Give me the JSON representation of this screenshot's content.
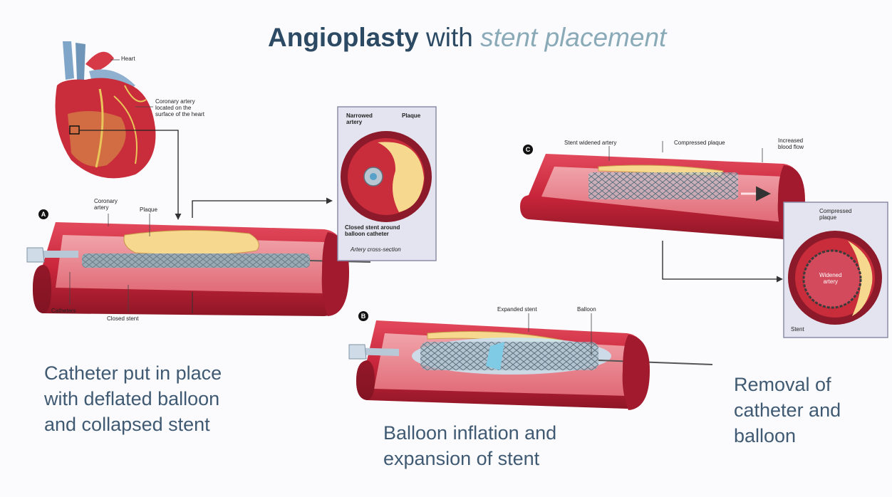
{
  "title": {
    "bold": "Angioplasty",
    "plain": " with ",
    "italic": "stent placement"
  },
  "heart": {
    "heart_label": "Heart",
    "artery_lines": [
      "Coronary artery",
      "located on the",
      "surface of the heart"
    ]
  },
  "panel_a": {
    "badge": "A",
    "labels": {
      "coronary_artery": [
        "Coronary",
        "artery"
      ],
      "plaque": "Plaque",
      "catheters": "Catheters",
      "closed_stent": "Closed stent"
    },
    "caption": [
      "Catheter put in place",
      "with deflated balloon",
      "and collapsed stent"
    ]
  },
  "cross_section_a": {
    "narrowed_artery": [
      "Narrowed",
      "artery"
    ],
    "plaque": "Plaque",
    "closed_stent": [
      "Closed stent around",
      "balloon catheter"
    ],
    "title": "Artery cross-section"
  },
  "panel_b": {
    "badge": "B",
    "labels": {
      "expanded_stent": "Expanded stent",
      "balloon": "Balloon"
    },
    "caption": [
      "Balloon inflation and",
      "expansion of stent"
    ]
  },
  "panel_c": {
    "badge": "C",
    "labels": {
      "stent_widened_artery": "Stent widened artery",
      "compressed_plaque": "Compressed plaque",
      "increased_blood_flow": [
        "Increased",
        "blood flow"
      ]
    },
    "caption": [
      "Removal of",
      "catheter and",
      "balloon"
    ]
  },
  "cross_section_c": {
    "compressed_plaque": [
      "Compressed",
      "plaque"
    ],
    "widened_artery": [
      "Widened",
      "artery"
    ],
    "stent": "Stent"
  },
  "colors": {
    "artery": "#c8253a",
    "artery_dark": "#9c1a2b",
    "lumen": "#e8808a",
    "plaque": "#f6d98e",
    "stent": "#8fa2ad",
    "title": "#2c4a63",
    "caption": "#3f5a72"
  }
}
